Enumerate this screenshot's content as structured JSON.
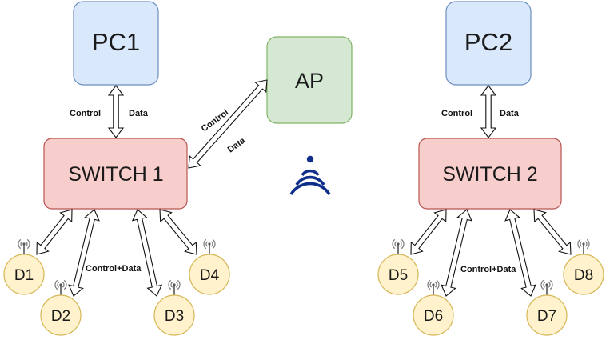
{
  "nodes": {
    "pc1": "PC1",
    "pc2": "PC2",
    "ap": "AP",
    "switch1": "SWITCH 1",
    "switch2": "SWITCH 2"
  },
  "devices": [
    "D1",
    "D2",
    "D3",
    "D4",
    "D5",
    "D6",
    "D7",
    "D8"
  ],
  "links": {
    "pc1_control": "Control",
    "pc1_data": "Data",
    "pc2_control": "Control",
    "pc2_data": "Data",
    "ap_control": "Control",
    "ap_data": "Data",
    "sw1_devices": "Control+Data",
    "sw2_devices": "Control+Data"
  },
  "colors": {
    "pc_fill": "#dae8fc",
    "pc_stroke": "#6c8ebf",
    "ap_fill": "#d5e8d4",
    "ap_stroke": "#82b366",
    "switch_fill": "#f8cecc",
    "switch_stroke": "#b85450",
    "device_fill": "#fff2cc",
    "device_stroke": "#d6b656",
    "wifi": "#0f2f8a"
  }
}
